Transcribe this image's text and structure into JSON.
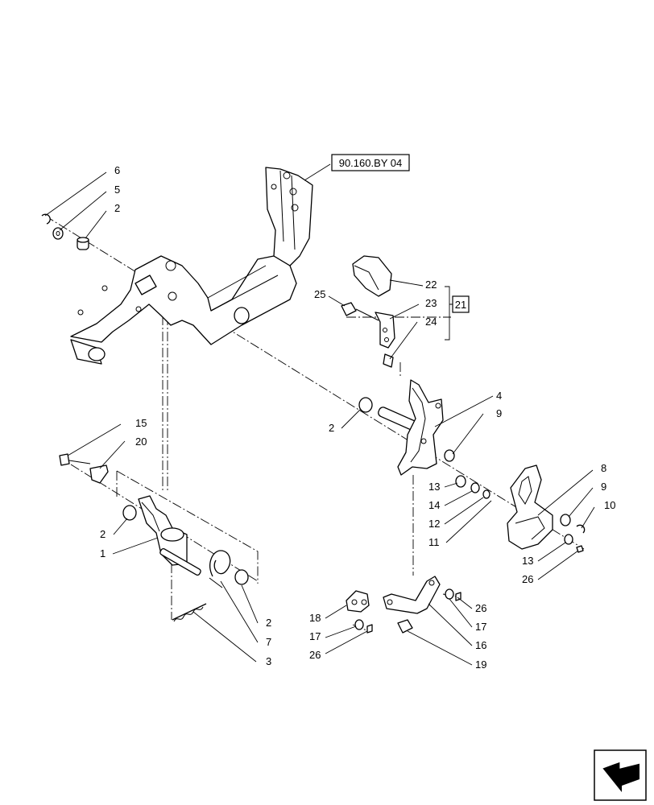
{
  "reference_label": "90.160.BY 04",
  "assembly_label": "21",
  "callouts": {
    "c6": "6",
    "c5": "5",
    "c2a": "2",
    "c15": "15",
    "c20": "20",
    "c2b": "2",
    "c1": "1",
    "c2c": "2",
    "c7": "7",
    "c3": "3",
    "c25": "25",
    "c22": "22",
    "c23": "23",
    "c24": "24",
    "c4": "4",
    "c9a": "9",
    "c2d": "2",
    "c13a": "13",
    "c14": "14",
    "c12": "12",
    "c11": "11",
    "c8": "8",
    "c9b": "9",
    "c10": "10",
    "c13b": "13",
    "c26a": "26",
    "c18": "18",
    "c17a": "17",
    "c26b": "26",
    "c26c": "26",
    "c17b": "17",
    "c16": "16",
    "c19": "19"
  },
  "nav_icon": "arrow-left-icon"
}
